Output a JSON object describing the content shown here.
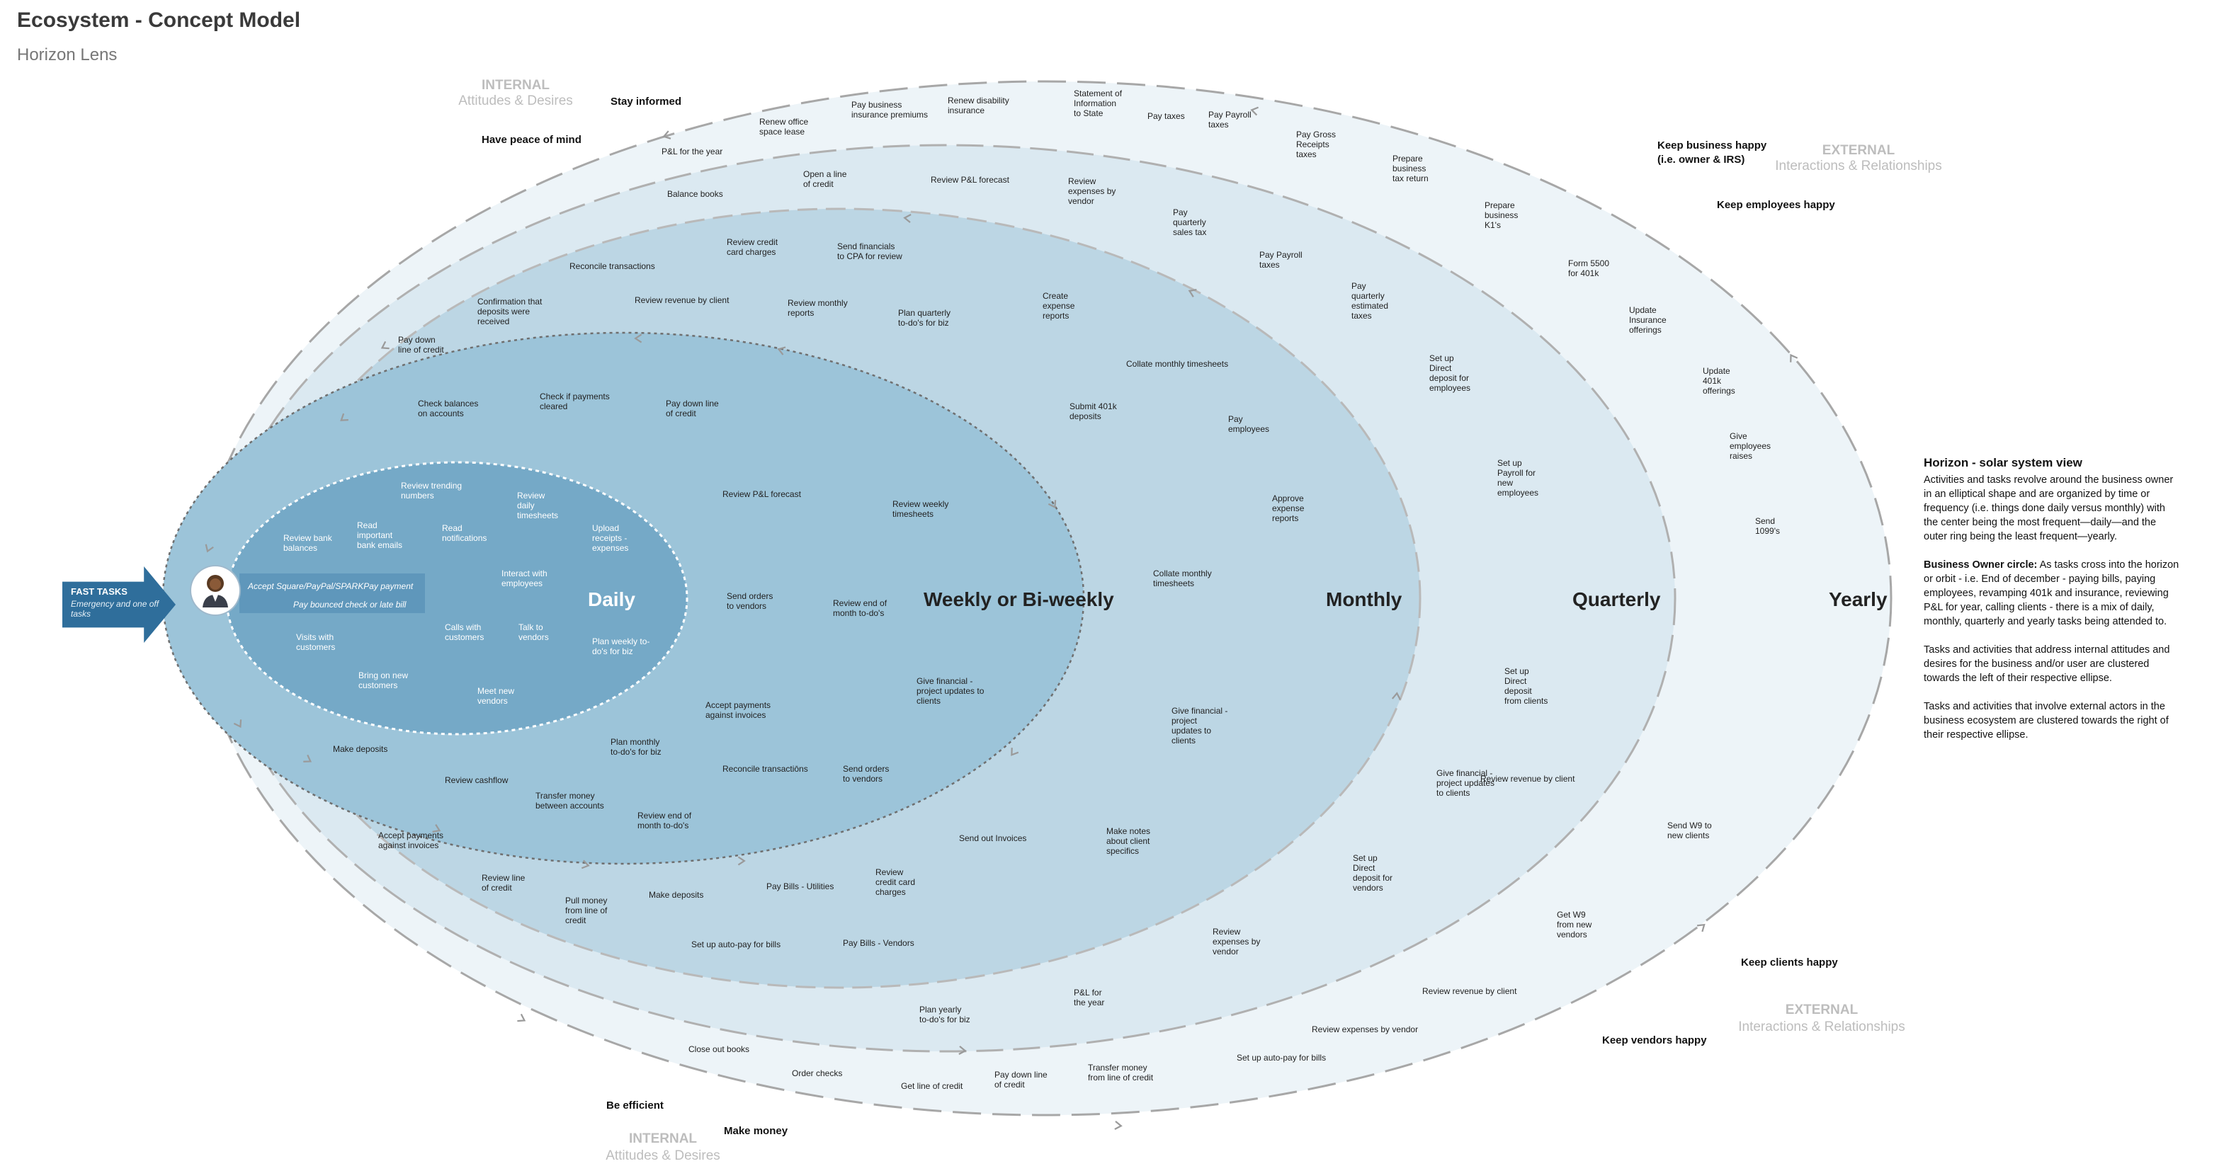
{
  "header": {
    "title": "Ecosystem - Concept Model",
    "subtitle": "Horizon Lens"
  },
  "fast_tasks": {
    "title": "FAST TASKS",
    "subtitle": "Emergency and one off tasks",
    "items": [
      "Accept Square/PayPal/SPARKPay  payment",
      "Pay bounced check or late bill"
    ]
  },
  "rings": {
    "daily": "Daily",
    "weekly": "Weekly or Bi-weekly",
    "monthly": "Monthly",
    "quarterly": "Quarterly",
    "yearly": "Yearly"
  },
  "zones": {
    "internal_top": {
      "title": "INTERNAL",
      "sub": "Attitudes & Desires"
    },
    "internal_bottom": {
      "title": "INTERNAL",
      "sub": "Attitudes & Desires"
    },
    "external_top": {
      "title": "EXTERNAL",
      "sub": "Interactions & Relationships"
    },
    "external_bottom": {
      "title": "EXTERNAL",
      "sub": "Interactions & Relationships"
    }
  },
  "desires": {
    "stay_informed": "Stay informed",
    "peace_of_mind": "Have peace of mind",
    "be_efficient": "Be efficient",
    "make_money": "Make money",
    "business_happy_1": "Keep business happy",
    "business_happy_2": "(i.e. owner & IRS)",
    "employees_happy": "Keep employees happy",
    "clients_happy": "Keep clients happy",
    "vendors_happy": "Keep vendors happy"
  },
  "tasks": {
    "daily": [
      [
        "Review trending",
        "numbers"
      ],
      [
        "Review",
        "daily",
        "timesheets"
      ],
      [
        "Read",
        "important",
        "bank emails"
      ],
      [
        "Read",
        "notifications"
      ],
      [
        "Review bank",
        "balances"
      ],
      [
        "Upload",
        "receipts -",
        "expenses"
      ],
      [
        "Interact with",
        "employees"
      ],
      [
        "Calls with",
        "customers"
      ],
      [
        "Talk to",
        "vendors"
      ],
      [
        "Visits with",
        "customers"
      ],
      [
        "Plan weekly to-",
        "do's for biz"
      ],
      [
        "Bring on new",
        "customers"
      ],
      [
        "Meet new",
        "vendors"
      ]
    ],
    "weekly": [
      [
        "Check balances",
        "on accounts"
      ],
      [
        "Check if payments",
        "cleared"
      ],
      [
        "Pay down line",
        "of credit"
      ],
      [
        "Review P&L forecast"
      ],
      [
        "Review weekly",
        "timesheets"
      ],
      [
        "Send orders",
        "to vendors"
      ],
      [
        "Review end of",
        "month to-do's"
      ],
      [
        "Give financial -",
        "project updates to",
        "clients"
      ],
      [
        "Accept payments",
        "against invoices"
      ],
      [
        "Make deposits"
      ],
      [
        "Plan monthly",
        "to-do's for biz"
      ],
      [
        "Reconcile transactiōns"
      ],
      [
        "Send orders",
        "to vendors"
      ],
      [
        "Review cashflow"
      ],
      [
        "Transfer money",
        "between accounts"
      ],
      [
        "Review end of",
        "month to-do's"
      ]
    ],
    "monthly": [
      [
        "Reconcile transactions"
      ],
      [
        "Review credit",
        "card charges"
      ],
      [
        "Send financials",
        "to CPA for review"
      ],
      [
        "Confirmation that",
        "deposits were",
        "received"
      ],
      [
        "Review revenue by client"
      ],
      [
        "Review monthly",
        "reports"
      ],
      [
        "Plan quarterly",
        "to-do's for biz"
      ],
      [
        "Create",
        "expense",
        "reports"
      ],
      [
        "Pay down",
        "line of credit"
      ],
      [
        "Collate monthly timesheets"
      ],
      [
        "Submit 401k",
        "deposits"
      ],
      [
        "Pay",
        "employees"
      ],
      [
        "Approve",
        "expense",
        "reports"
      ],
      [
        "Collate monthly",
        "timesheets"
      ],
      [
        "Give financial -",
        "project",
        "updates to",
        "clients"
      ],
      [
        "Accept payments",
        "against invoices"
      ],
      [
        "Send out Invoices"
      ],
      [
        "Make notes",
        "about client",
        "specifics"
      ],
      [
        "Review line",
        "of credit"
      ],
      [
        "Pull money",
        "from line of",
        "credit"
      ],
      [
        "Make deposits"
      ],
      [
        "Pay Bills - Utilities"
      ],
      [
        "Review",
        "credit card",
        "charges"
      ],
      [
        "Set up auto-pay for bills"
      ],
      [
        "Pay Bills - Vendors"
      ]
    ],
    "quarterly": [
      [
        "Balance books"
      ],
      [
        "Open a line",
        "of credit"
      ],
      [
        "Review P&L forecast"
      ],
      [
        "Review",
        "expenses by",
        "vendor"
      ],
      [
        "Pay",
        "quarterly",
        "sales tax"
      ],
      [
        "Pay Payroll",
        "taxes"
      ],
      [
        "Pay",
        "quarterly",
        "estimated",
        "taxes"
      ],
      [
        "Set up",
        "Direct",
        "deposit for",
        "employees"
      ],
      [
        "Set up",
        "Payroll for",
        "new",
        "employees"
      ],
      [
        "Set up",
        "Direct",
        "deposit",
        "from clients"
      ],
      [
        "Give financial -",
        "project updates",
        "to clients"
      ],
      [
        "Set up",
        "Direct",
        "deposit for",
        "vendors"
      ],
      [
        "Review",
        "expenses by",
        "vendor"
      ],
      [
        "Review revenue by client"
      ],
      [
        "Plan yearly",
        "to-do's for biz"
      ],
      [
        "P&L for",
        "the year"
      ]
    ],
    "yearly": [
      [
        "P&L for the year"
      ],
      [
        "Renew office",
        "space lease"
      ],
      [
        "Pay business",
        "insurance premiums"
      ],
      [
        "Renew disability",
        "insurance"
      ],
      [
        "Statement of",
        "Information",
        "to State"
      ],
      [
        "Pay taxes"
      ],
      [
        "Pay Payroll",
        "taxes"
      ],
      [
        "Pay Gross",
        "Receipts",
        "taxes"
      ],
      [
        "Prepare",
        "business",
        "tax return"
      ],
      [
        "Prepare",
        "business",
        "K1's"
      ],
      [
        "Form 5500",
        "for 401k"
      ],
      [
        "Update",
        "Insurance",
        "offerings"
      ],
      [
        "Update",
        "401k",
        "offerings"
      ],
      [
        "Give",
        "employees",
        "raises"
      ],
      [
        "Send",
        "1099's"
      ],
      [
        "Send W9 to",
        "new clients"
      ],
      [
        "Get W9",
        "from new",
        "vendors"
      ],
      [
        "Review revenue by client"
      ],
      [
        "Review expenses by vendor"
      ],
      [
        "Set up auto-pay for bills"
      ],
      [
        "Transfer money",
        "from line of credit"
      ],
      [
        "Pay down line",
        "of credit"
      ],
      [
        "Get line of credit"
      ],
      [
        "Order checks"
      ],
      [
        "Close out books"
      ]
    ]
  },
  "side_panel": {
    "title": "Horizon - solar system view",
    "p1": "Activities and tasks revolve around the business owner in an elliptical shape and are organized by time or frequency (i.e. things done daily versus monthly) with the center being the most frequent—daily—and the outer ring being the least frequent—yearly.",
    "p2_bold": "Business Owner circle:",
    "p2": " As tasks cross into the horizon or orbit - i.e. End of december - paying bills, paying employees, revamping 401k and insurance, reviewing P&L for year, calling clients - there is a mix of daily, monthly, quarterly and yearly tasks being attended to.",
    "p3": "Tasks and activities that address internal attitudes and desires for the business and/or user are clustered towards the left of their respective ellipse.",
    "p4": "Tasks and activities that involve external actors in the business ecosystem are clustered towards the right of their respective ellipse."
  },
  "colors": {
    "yearly": "#edf4f8",
    "quarterly": "#dbe9f1",
    "monthly": "#bcd6e4",
    "weekly": "#9cc4d9",
    "daily": "#75a9c7",
    "fast_arrow": "#2f6e9b"
  },
  "icons": {
    "owner": "business-owner-avatar-icon"
  }
}
